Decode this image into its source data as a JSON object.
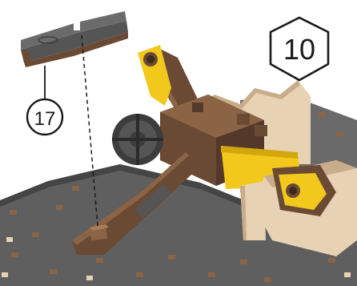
{
  "step": {
    "number": "10"
  },
  "part_callout": {
    "number": "17"
  },
  "colors": {
    "board_grey": "#5f5f5f",
    "board_dark": "#454545",
    "wood_dark": "#6b4a33",
    "wood_mid": "#8b6446",
    "wood_light": "#e8d2b4",
    "wood_shadow": "#c9ad8b",
    "yellow": "#f2c81d",
    "yellow_dark": "#d2a60d",
    "part_grey": "#555555"
  },
  "icons": {
    "step_badge": "hexagon",
    "part_callout": "circle",
    "assembly_guide": "dashed-line"
  }
}
